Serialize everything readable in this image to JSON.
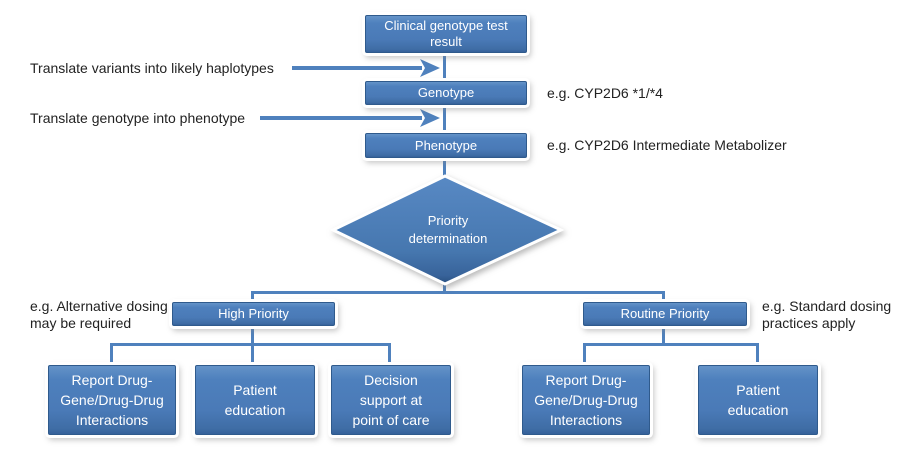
{
  "nodes": {
    "clinical_test": "Clinical genotype test\nresult",
    "genotype": "Genotype",
    "phenotype": "Phenotype",
    "priority_determination": "Priority\ndetermination",
    "high_priority": "High Priority",
    "routine_priority": "Routine Priority",
    "high_report": "Report Drug-\nGene/Drug-Drug\nInteractions",
    "high_patient_education": "Patient\neducation",
    "high_decision_support": "Decision\nsupport at\npoint of care",
    "routine_report": "Report Drug-\nGene/Drug-Drug\nInteractions",
    "routine_patient_education": "Patient\neducation"
  },
  "annotations": {
    "translate_variants": "Translate variants into likely haplotypes",
    "translate_genotype": "Translate genotype into phenotype",
    "genotype_example": "e.g. CYP2D6 *1/*4",
    "phenotype_example": "e.g. CYP2D6 Intermediate Metabolizer",
    "high_priority_example": "e.g. Alternative dosing\nmay be required",
    "routine_priority_example": "e.g. Standard dosing\npractices apply"
  },
  "colors": {
    "node_fill": "#4a7ab7",
    "node_border": "#2f5a8c",
    "connector": "#4f81bd",
    "node_text": "#ffffff",
    "annotation_text": "#222222",
    "background": "#ffffff"
  }
}
